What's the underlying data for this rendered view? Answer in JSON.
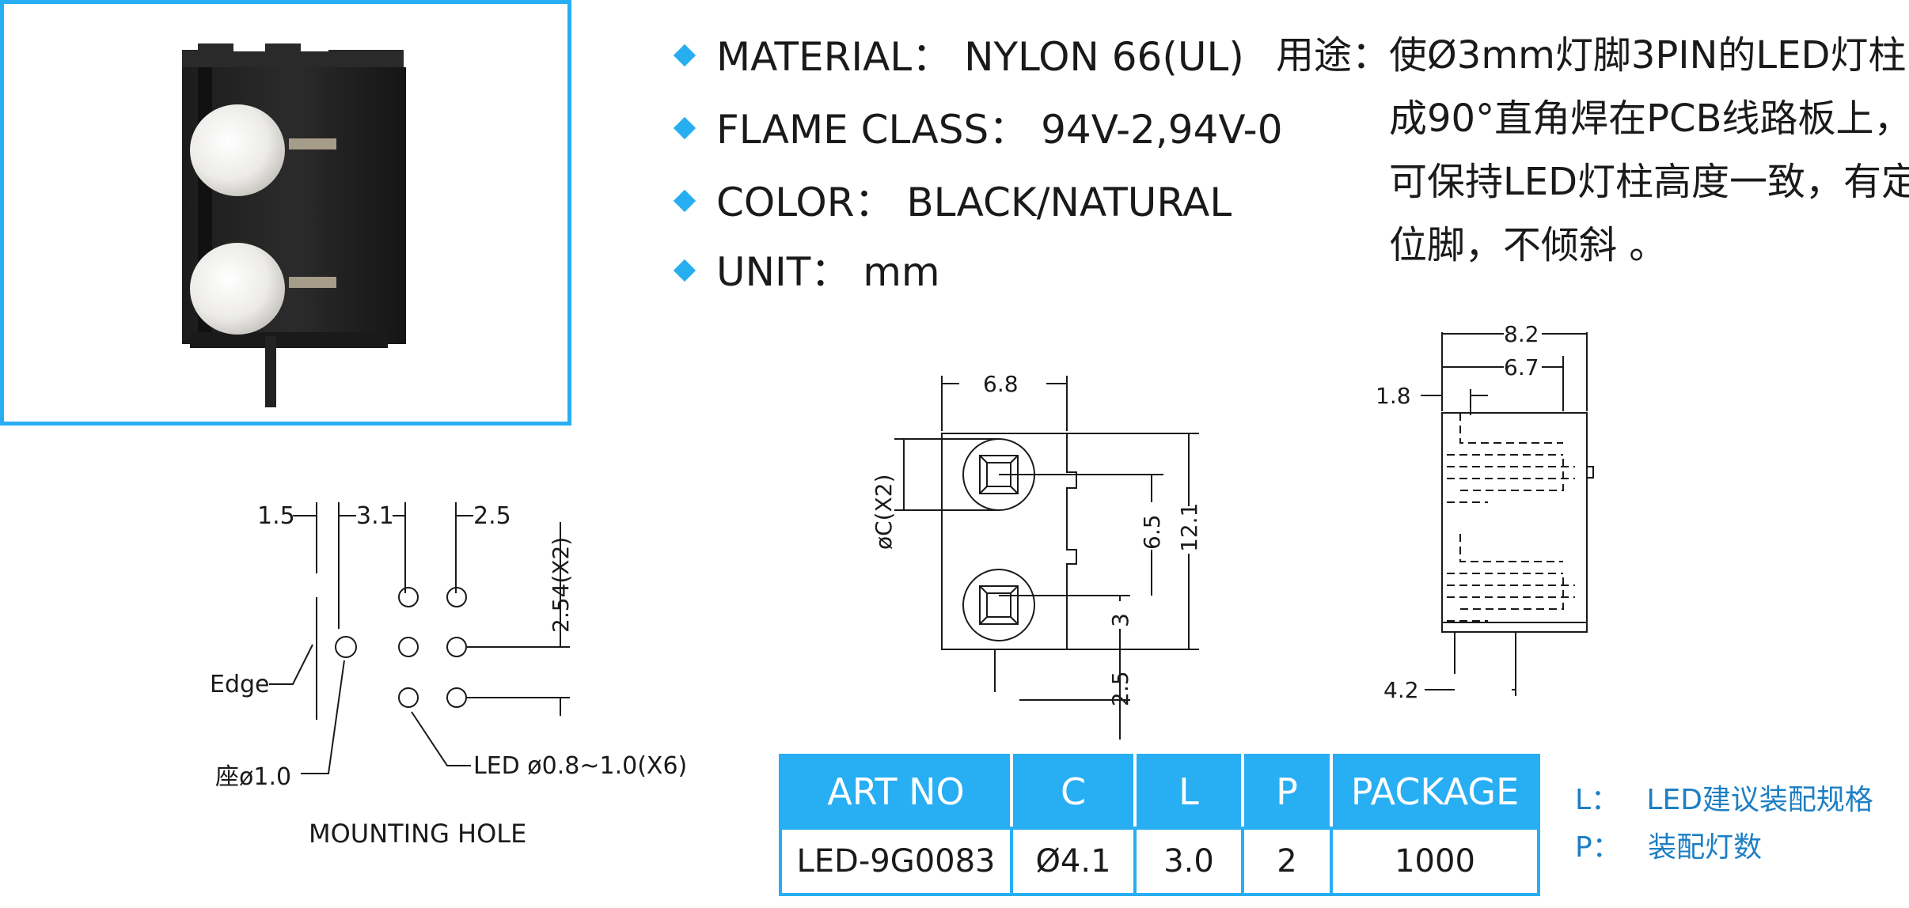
{
  "specs": [
    {
      "label": "MATERIAL：",
      "value": "NYLON 66(UL)"
    },
    {
      "label": "FLAME CLASS：",
      "value": "94V-2,94V-0"
    },
    {
      "label": "COLOR：",
      "value": "BLACK/NATURAL"
    },
    {
      "label": "UNIT：",
      "value": "mm"
    }
  ],
  "usage": {
    "label": "用途：",
    "lines": [
      "使Ø3mm灯脚3PIN的LED灯柱",
      "成90°直角焊在PCB线路板上，",
      "可保持LED灯柱高度一致，有定",
      "位脚，不倾斜 。"
    ]
  },
  "mounting": {
    "title": "MOUNTING  HOLE",
    "dims": [
      "1.5",
      "3.1",
      "2.5",
      "2.54(X2)"
    ],
    "edge": "Edge",
    "seat": "座ø1.0",
    "led": "LED  ø0.8~1.0(X6)"
  },
  "front_view": {
    "dims": [
      "6.8",
      "øC(X2)",
      "6.5",
      "12.1",
      "3",
      "2.5"
    ]
  },
  "side_view": {
    "dims": [
      "8.2",
      "6.7",
      "1.8",
      "4.2"
    ]
  },
  "table": {
    "headers": [
      "ART NO",
      "C",
      "L",
      "P",
      "PACKAGE"
    ],
    "row": [
      "LED-9G0083",
      "Ø4.1",
      "3.0",
      "2",
      "1000"
    ]
  },
  "legend": [
    {
      "key": "L：",
      "text": "LED建议装配规格"
    },
    {
      "key": "P：",
      "text": "装配灯数"
    }
  ],
  "colors": {
    "accent": "#28aef2",
    "legend": "#1d7fc4"
  }
}
